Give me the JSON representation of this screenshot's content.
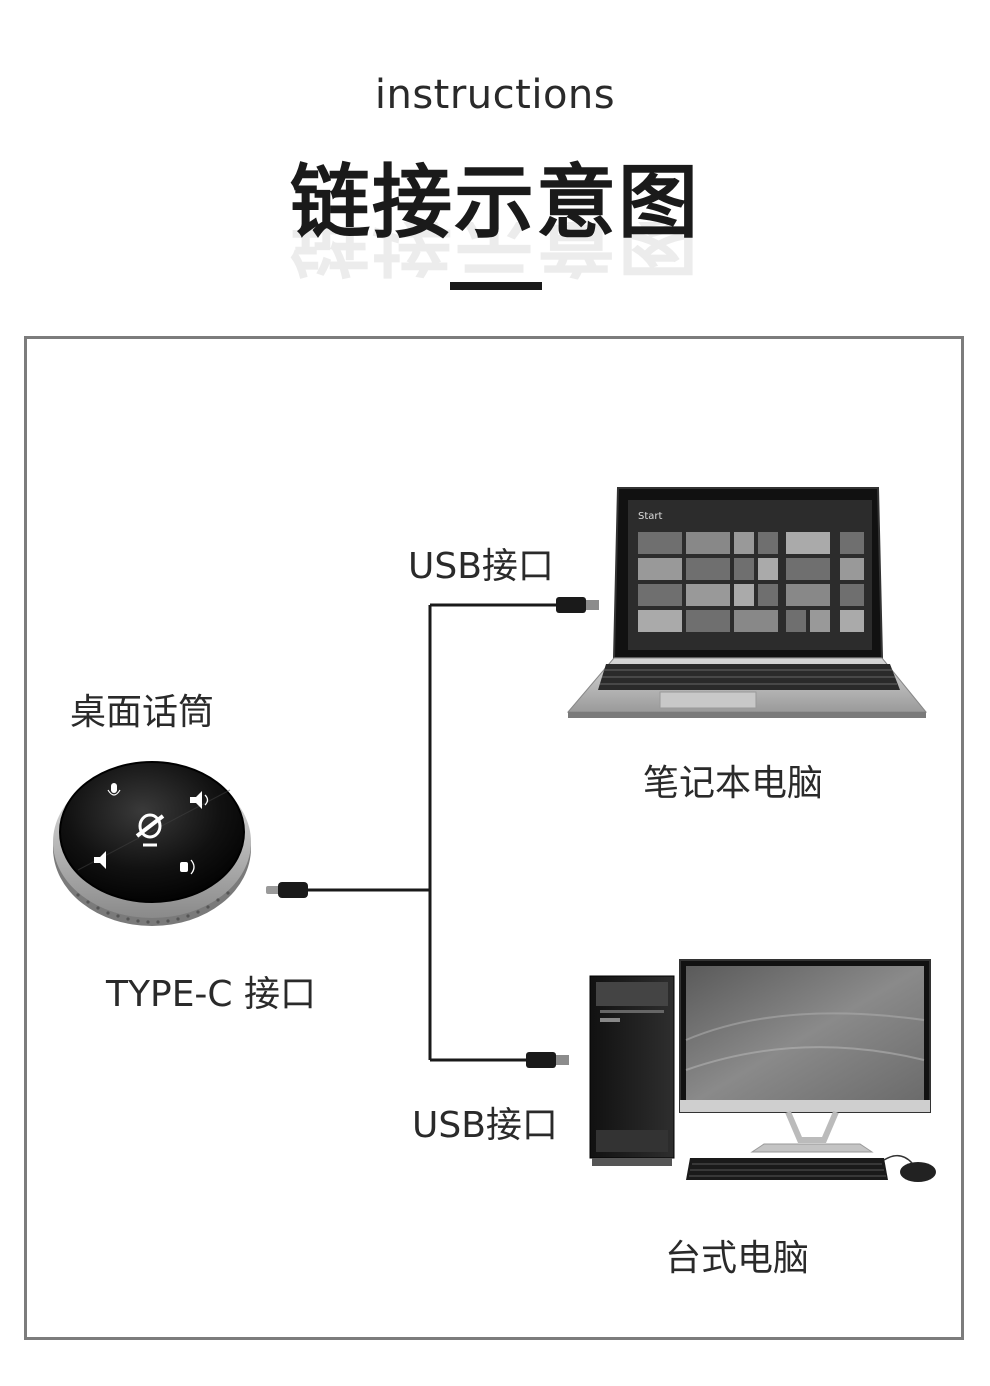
{
  "header": {
    "subtitle": "instructions",
    "title": "链接示意图"
  },
  "labels": {
    "speakerphone": "桌面话筒",
    "type_c_port": "TYPE-C 接口",
    "usb_port_laptop": "USB接口",
    "usb_port_desktop": "USB接口",
    "laptop": "笔记本电脑",
    "desktop": "台式电脑"
  },
  "laptop_screen": {
    "start_text": "Start"
  },
  "colors": {
    "frame_border": "#7c7c7c",
    "text": "#2a2a2a",
    "cable": "#1a1a1a"
  }
}
